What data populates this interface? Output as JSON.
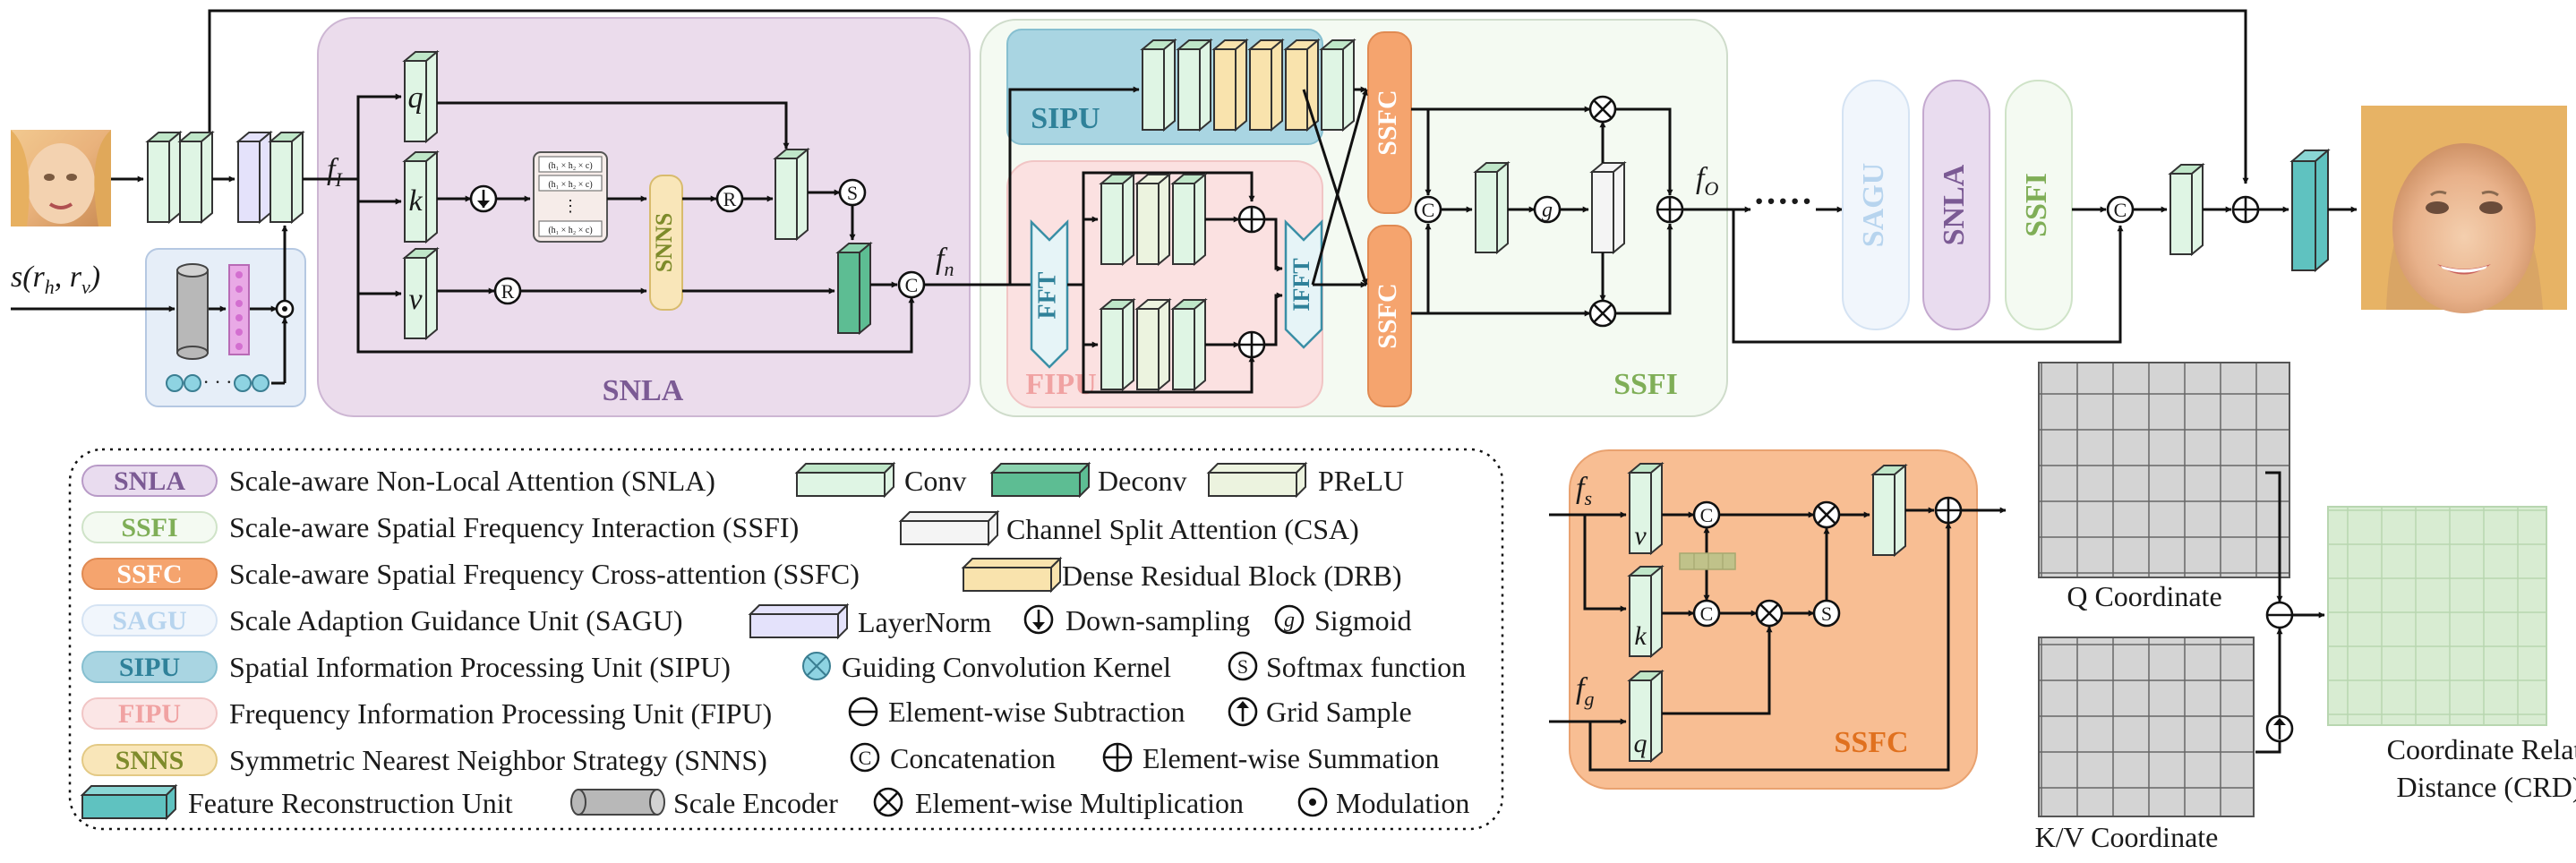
{
  "modules": {
    "snla": "SNLA",
    "ssfi": "SSFI",
    "sipu": "SIPU",
    "fipu": "FIPU",
    "ssfc": "SSFC",
    "snns": "SNNS",
    "sagu": "SAGU",
    "fft": "FFT",
    "ifft": "IFFT",
    "dots": "·····"
  },
  "symbols": {
    "f_I": "f",
    "f_I_sub": "I",
    "f_n": "f",
    "f_n_sub": "n",
    "f_O": "f",
    "f_O_sub": "O",
    "f_s": "f",
    "f_s_sub": "s",
    "f_g": "f",
    "f_g_sub": "g",
    "q": "q",
    "k": "k",
    "v": "v",
    "scale_input": "s(r",
    "scale_input_h": "h",
    "scale_input_mid": ", r",
    "scale_input_v": "v",
    "scale_input_end": ")"
  },
  "ops": {
    "concat": "C",
    "reshape": "R",
    "softmax": "S",
    "sigmoid": "g"
  },
  "matrix": [
    "(h₁ × h₂ × c)",
    "(h₁ × h₂ × c)",
    "⋮",
    "(h₁ × h₂ × c)"
  ],
  "coordinates": {
    "q_label": "Q Coordinate",
    "kv_label": "K/V Coordinate",
    "crd_label_1": "Coordinate Relative",
    "crd_label_2": "Distance (CRD)"
  },
  "legend": [
    {
      "abbr": "SNLA",
      "text": "Scale-aware Non-Local Attention (SNLA)",
      "fill": "#e9dcef",
      "stroke": "#b89ac7",
      "color": "#7b5a94"
    },
    {
      "abbr": "SSFI",
      "text": "Scale-aware Spatial Frequency Interaction (SSFI)",
      "fill": "#f4faf2",
      "stroke": "#cfe3c8",
      "color": "#7fae57"
    },
    {
      "abbr": "SSFC",
      "text": "Scale-aware Spatial Frequency Cross-attention (SSFC)",
      "fill": "#f5a46e",
      "stroke": "#e08a52",
      "color": "#ffffff"
    },
    {
      "abbr": "SAGU",
      "text": "Scale Adaption Guidance Unit (SAGU)",
      "fill": "#f1f6fc",
      "stroke": "#d5e3f3",
      "color": "#b7d4ee"
    },
    {
      "abbr": "SIPU",
      "text": "Spatial Information Processing Unit (SIPU)",
      "fill": "#a9d5e2",
      "stroke": "#86bfd0",
      "color": "#2f8199"
    },
    {
      "abbr": "FIPU",
      "text": "Frequency Information Processing Unit (FIPU)",
      "fill": "#fbe6e6",
      "stroke": "#f1c5c5",
      "color": "#f0a2a2"
    },
    {
      "abbr": "SNNS",
      "text": "Symmetric Nearest Neighbor Strategy (SNNS)",
      "fill": "#f9e6b9",
      "stroke": "#e3c984",
      "color": "#7e8b2b"
    }
  ],
  "legend_items": {
    "conv": "Conv",
    "deconv": "Deconv",
    "prelu": "PReLU",
    "csa": "Channel Split Attention (CSA)",
    "drb": "Dense Residual Block  (DRB)",
    "layernorm": "LayerNorm",
    "downsampling": "Down-sampling",
    "sigmoid": "Sigmoid",
    "guiding": "Guiding Convolution Kernel",
    "softmax": "Softmax function",
    "subtraction": "Element-wise Subtraction",
    "gridsample": "Grid Sample",
    "concatenation": "Concatenation",
    "summation": "Element-wise Summation",
    "feature_recon": "Feature Reconstruction Unit",
    "scale_encoder": "Scale Encoder",
    "multiplication": "Element-wise Multiplication",
    "modulation": "Modulation"
  }
}
